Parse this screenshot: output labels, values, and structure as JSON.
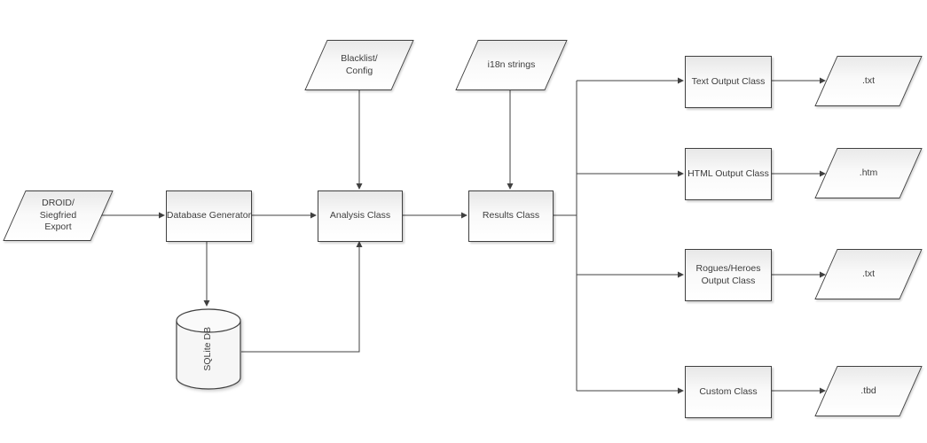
{
  "diagram": {
    "type": "flowchart",
    "colors": {
      "background": "#ffffff",
      "shape_border": "#404040",
      "shape_fill_top": "#e8e8e8",
      "shape_fill_bottom": "#ffffff",
      "connector": "#404040",
      "text": "#3d3d3d"
    },
    "nodes": {
      "droid_export": {
        "label": "DROID/\nSiegfried\nExport",
        "shape": "parallelogram"
      },
      "database_generator": {
        "label": "Database Generator",
        "shape": "process"
      },
      "blacklist_config": {
        "label": "Blacklist/\nConfig",
        "shape": "parallelogram"
      },
      "i18n_strings": {
        "label": "i18n strings",
        "shape": "parallelogram"
      },
      "analysis_class": {
        "label": "Analysis Class",
        "shape": "process"
      },
      "results_class": {
        "label": "Results Class",
        "shape": "process"
      },
      "sqlite_db": {
        "label": "SQLite DB",
        "shape": "cylinder"
      },
      "text_output_class": {
        "label": "Text Output Class",
        "shape": "process"
      },
      "html_output_class": {
        "label": "HTML Output Class",
        "shape": "process"
      },
      "rogues_heroes_output_class": {
        "label": "Rogues/Heroes\nOutput Class",
        "shape": "process"
      },
      "custom_class": {
        "label": "Custom Class",
        "shape": "process"
      },
      "output_txt_text": {
        "label": ".txt",
        "shape": "parallelogram"
      },
      "output_htm": {
        "label": ".htm",
        "shape": "parallelogram"
      },
      "output_txt_rogues": {
        "label": ".txt",
        "shape": "parallelogram"
      },
      "output_tbd": {
        "label": ".tbd",
        "shape": "parallelogram"
      }
    },
    "edges": [
      {
        "from": "droid_export",
        "to": "database_generator"
      },
      {
        "from": "database_generator",
        "to": "analysis_class"
      },
      {
        "from": "database_generator",
        "to": "sqlite_db"
      },
      {
        "from": "sqlite_db",
        "to": "analysis_class"
      },
      {
        "from": "blacklist_config",
        "to": "analysis_class"
      },
      {
        "from": "analysis_class",
        "to": "results_class"
      },
      {
        "from": "i18n_strings",
        "to": "results_class"
      },
      {
        "from": "results_class",
        "to": "text_output_class"
      },
      {
        "from": "results_class",
        "to": "html_output_class"
      },
      {
        "from": "results_class",
        "to": "rogues_heroes_output_class"
      },
      {
        "from": "results_class",
        "to": "custom_class"
      },
      {
        "from": "text_output_class",
        "to": "output_txt_text"
      },
      {
        "from": "html_output_class",
        "to": "output_htm"
      },
      {
        "from": "rogues_heroes_output_class",
        "to": "output_txt_rogues"
      },
      {
        "from": "custom_class",
        "to": "output_tbd"
      }
    ]
  }
}
